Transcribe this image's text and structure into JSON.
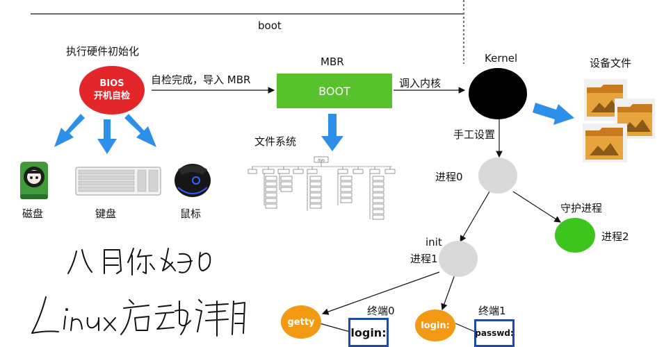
{
  "top": {
    "boot_label": "boot"
  },
  "bios": {
    "caption": "执行硬件初始化",
    "circle_line1": "BIOS",
    "circle_line2": "开机自检",
    "color": "#e3262a"
  },
  "devices": [
    {
      "label": "磁盘",
      "icon": "disk-icon"
    },
    {
      "label": "键盘",
      "icon": "keyboard-icon"
    },
    {
      "label": "鼠标",
      "icon": "mouse-icon"
    }
  ],
  "edge_labels": {
    "self_check": "自检完成，导入 MBR",
    "load_kernel": "调入内核",
    "manual_setup": "手工设置"
  },
  "mbr": {
    "title": "MBR",
    "box_label": "BOOT",
    "color": "#57c22b"
  },
  "filesystem": {
    "label": "文件系统",
    "root_label": "/sys"
  },
  "kernel": {
    "label": "Kernel",
    "color": "#000000"
  },
  "device_files": {
    "label": "设备文件",
    "icon": "folder-icon"
  },
  "processes": {
    "p0": "进程0",
    "p1_name": "init",
    "p1": "进程1",
    "p2_caption": "守护进程",
    "p2": "进程2",
    "p2_color": "#3ec51d"
  },
  "terminals": [
    {
      "title": "终端0",
      "circle": "getty",
      "box": "login:"
    },
    {
      "title": "终端1",
      "circle": "login:",
      "box": "passwd:"
    }
  ],
  "handwriting": {
    "line1": "八月你好",
    "line2": "Linux启动详解"
  },
  "colors": {
    "arrow_blue": "#2e8fe8",
    "orange": "#f39a14",
    "grey": "#d9d9d9"
  }
}
